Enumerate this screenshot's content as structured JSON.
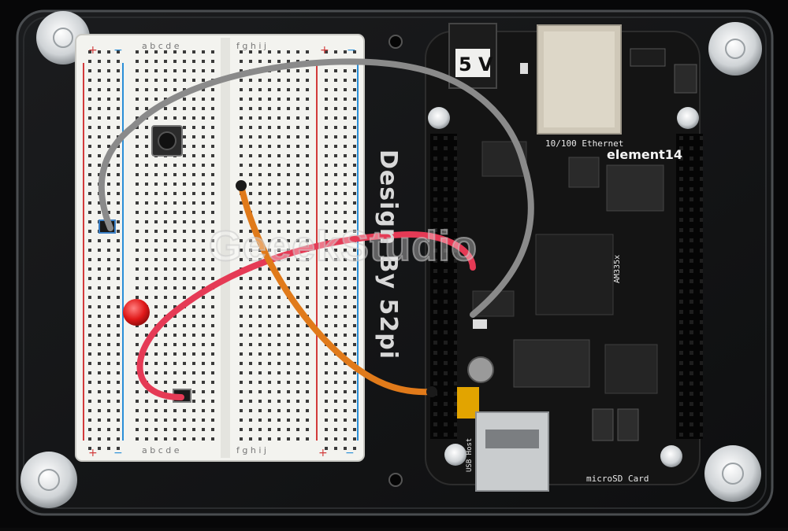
{
  "board": {
    "barrel_label": "5 V",
    "ethernet_label": "10/100 Ethernet",
    "brand": "element14",
    "soc_label": "AM335x",
    "sd_label": "microSD Card",
    "usb_label": "USB Host"
  },
  "plate": {
    "engraving": "Design By 52pi"
  },
  "watermark": {
    "text": "GeeekStudio"
  },
  "breadboard": {
    "columns_left": "a b c d e",
    "columns_right": "f g h i j",
    "rail_plus": "+",
    "rail_minus": "−"
  },
  "colors": {
    "wire_gray": "#8a8a8a",
    "wire_red": "#e53a55",
    "wire_orange": "#e07a1a",
    "led_red": "#e01818",
    "board_pcb": "#141414",
    "breadboard": "#f3f3ef"
  }
}
